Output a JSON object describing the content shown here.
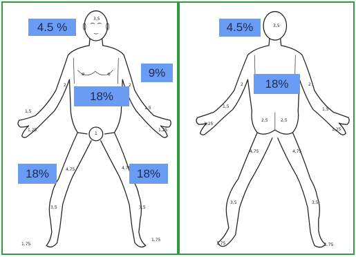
{
  "colors": {
    "badge": "#6b9cf3",
    "badge_text": "#1a2a55",
    "frame": "#2e9c3a"
  },
  "front": {
    "badges": {
      "head": "4.5 %",
      "arm": "9%",
      "torso": "18%",
      "leg_left": "18%",
      "leg_right": "18%"
    },
    "labels": {
      "head": "3,5",
      "upper_arm_l": "2",
      "upper_arm_r": "2",
      "forearm_l": "1,5",
      "forearm_r": "1,5",
      "hand_l": "1,25",
      "hand_r": "1,25",
      "genitals": "1",
      "thigh_l": "4,75",
      "thigh_r": "4,75",
      "calf_l": "3,5",
      "calf_r": "3,5",
      "foot_l": "1,75",
      "foot_r": "1,75"
    }
  },
  "back": {
    "badges": {
      "head": "4.5%",
      "torso": "18%"
    },
    "labels": {
      "head": "3,5",
      "upper_arm_l": "2",
      "upper_arm_r": "2",
      "forearm_l": "1,5",
      "forearm_r": "1,5",
      "hand_l": "1,25",
      "hand_r": "1,25",
      "buttock_l": "2,5",
      "buttock_r": "2,5",
      "thigh_l": "4,75",
      "thigh_r": "4,75",
      "calf_l": "3,5",
      "calf_r": "3,5",
      "foot_l": "1,75",
      "foot_r": "1,75"
    }
  }
}
